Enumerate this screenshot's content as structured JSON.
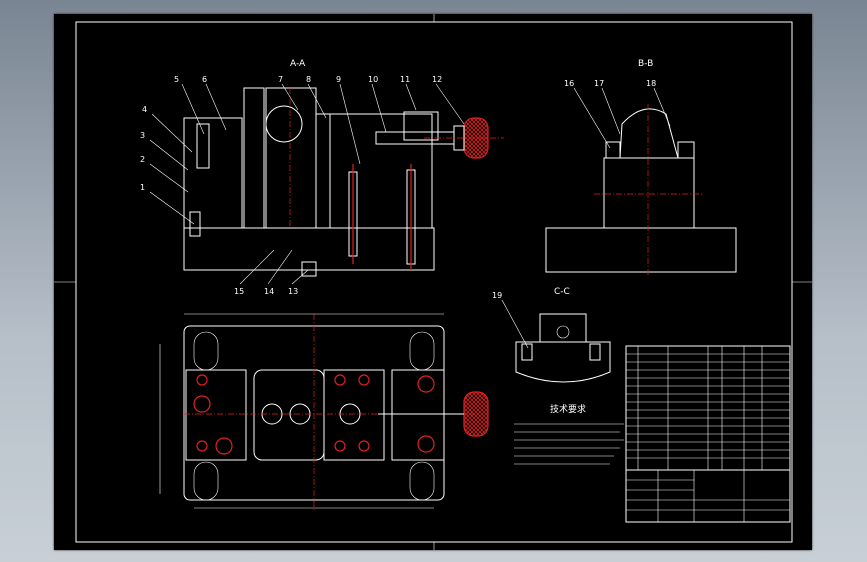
{
  "views": {
    "section_aa": "A-A",
    "section_bb": "B-B",
    "section_cc": "C-C"
  },
  "part_labels": [
    "1",
    "2",
    "3",
    "4",
    "5",
    "6",
    "7",
    "8",
    "9",
    "10",
    "11",
    "12",
    "13",
    "14",
    "15",
    "16",
    "17",
    "18",
    "19"
  ],
  "tech_requirements": {
    "heading": "技术要求"
  },
  "colors": {
    "sheet": "#000000",
    "lines": "#ffffff",
    "centerlines": "#e02020",
    "background": "#8a95a2"
  }
}
